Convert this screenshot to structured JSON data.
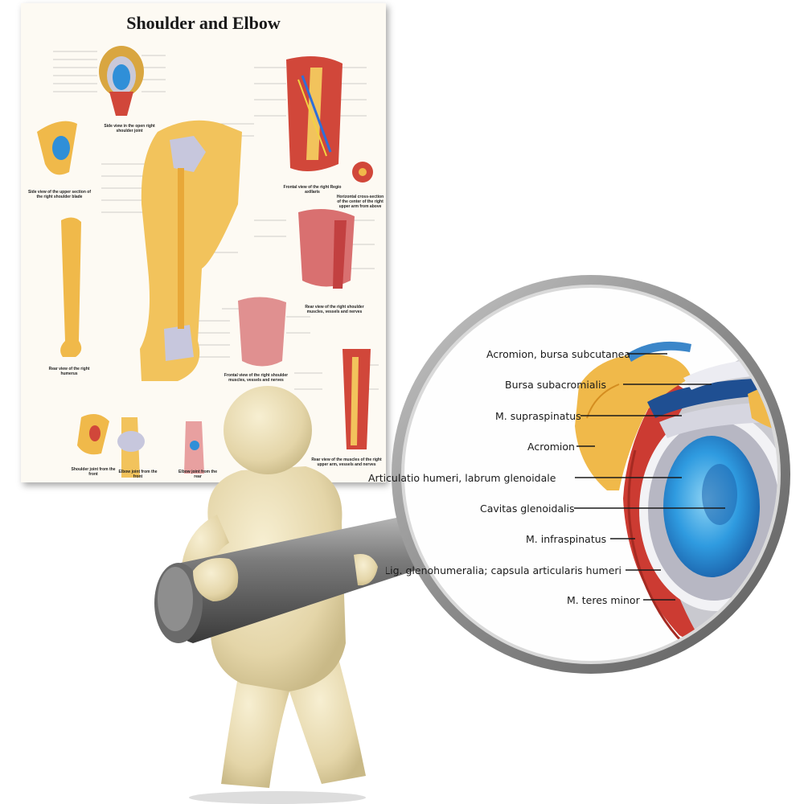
{
  "poster": {
    "title": "Shoulder and Elbow",
    "captions": {
      "side_view_joint": "Side view in the open right shoulder joint",
      "side_view_blade": "Side view of the upper section of the right shoulder blade",
      "rear_view_humerus": "Rear view of the right humerus",
      "frontal_axillaris": "Frontal view of the right Regio axillaris",
      "horizontal_section": "Horizontal cross-section of the center of the right upper arm from above",
      "rear_view_muscles": "Rear view of the right shoulder muscles, vessels and nerves",
      "frontal_muscles": "Frontal view of the right shoulder muscles, vessels and nerves",
      "rear_upper_arm": "Rear view of the muscles of the right upper arm, vessels and nerves",
      "shoulder_front": "Shoulder joint from the front",
      "elbow_front": "Elbow joint from the front",
      "elbow_rear": "Elbow joint from the rear"
    }
  },
  "magnifier": {
    "labels": [
      "Acromion, bursa subcutanea",
      "Bursa subacromialis",
      "M. supraspinatus",
      "Acromion",
      "Articulatio humeri, labrum glenoidale",
      "Cavitas glenoidalis",
      "M. infraspinatus",
      "Lig. glenohumeralia; capsula articularis humeri",
      "M. teres minor"
    ]
  },
  "colors": {
    "bone": "#f0b94a",
    "muscle": "#d1473a",
    "cartilage_blue": "#2f8fd8",
    "lens_rim": "#8f8f8f",
    "figure": "#e9ddb3"
  }
}
